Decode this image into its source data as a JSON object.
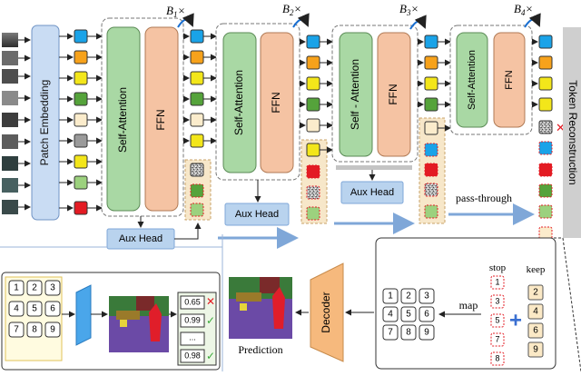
{
  "blocks": {
    "b1": "B",
    "b1_sub": "1",
    "b2": "B",
    "b2_sub": "2",
    "b3": "B",
    "b3_sub": "3",
    "b4": "B",
    "b4_sub": "4",
    "times": "×"
  },
  "modules": {
    "patch_embedding": "Patch Embedding",
    "self_attention_1": "Self-Attention",
    "ffn": "FFN",
    "self_attention_2": "Self - Attention",
    "aux_head": "Aux Head",
    "pass_through": "pass-through",
    "token_reconstruction": "Token Reconstruction",
    "decoder": "Decoder",
    "prediction": "Prediction"
  },
  "bottom_left": {
    "grid_numbers": [
      "1",
      "2",
      "3",
      "4",
      "5",
      "6",
      "7",
      "8",
      "9"
    ],
    "scores": [
      "0.65",
      "0.99",
      "...",
      "0.98"
    ],
    "score_marks": [
      "✕",
      "✓",
      "",
      "✓"
    ]
  },
  "bottom_right": {
    "grid_numbers": [
      "1",
      "2",
      "3",
      "4",
      "5",
      "6",
      "7",
      "8",
      "9"
    ],
    "map_label": "map",
    "stop_label": "stop",
    "stop_numbers": [
      "1",
      "3",
      "5",
      "7",
      "8"
    ],
    "keep_label": "keep",
    "keep_numbers": [
      "2",
      "4",
      "6",
      "9"
    ],
    "plus": "+"
  },
  "token_colors": {
    "blue": "#1aa3e8",
    "orange": "#f7a21b",
    "yellow": "#f3e61a",
    "green": "#55a33b",
    "cream": "#fbeccc",
    "gray": "#9a9a9a",
    "lightgreen": "#9cd17e",
    "red": "#e31b23",
    "noise": "#a8a8a8"
  },
  "colors": {
    "attention_fill": "#a9d8a4",
    "ffn_fill": "#f5c3a3",
    "aux_fill": "#b9d3ee",
    "patch_fill": "#c9dcf3",
    "decoder_fill": "#f6b97d",
    "drop_mark": "#e31b23",
    "keep_mark": "#3aa93a"
  }
}
